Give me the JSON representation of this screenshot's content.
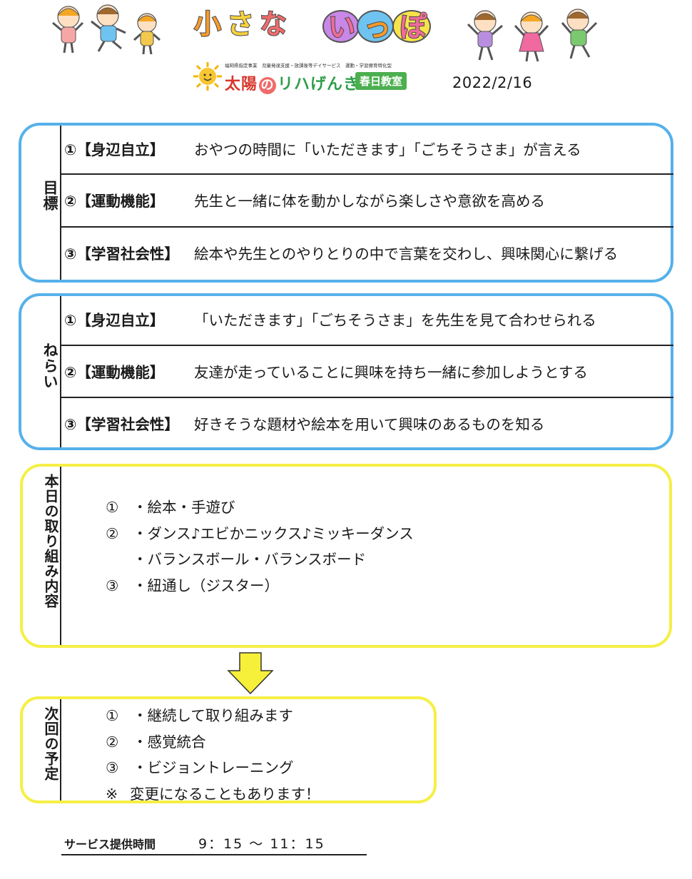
{
  "header": {
    "title_part1": [
      "小",
      "さ",
      "な"
    ],
    "title_part2": [
      "い",
      "っ",
      "ぽ"
    ],
    "logo_subtitle": "福岡県指定事業　児童発達支援・放課後等デイサービス　運動・学習療育特化型",
    "logo_main_a": "太陽",
    "logo_main_b": "の",
    "logo_main_c": "リハげんき",
    "logo_tag": "春日教室",
    "date": "2022/2/16"
  },
  "goals": {
    "label": "目標",
    "rows": [
      {
        "cat": "①【身辺自立】",
        "text": "おやつの時間に「いただきます」「ごちそうさま」が言える"
      },
      {
        "cat": "②【運動機能】",
        "text": "先生と一緒に体を動かしながら楽しさや意欲を高める"
      },
      {
        "cat": "③【学習社会性】",
        "text": "絵本や先生とのやりとりの中で言葉を交わし、興味関心に繋げる"
      }
    ]
  },
  "aims": {
    "label": "ねらい",
    "rows": [
      {
        "cat": "①【身辺自立】",
        "text": "「いただきます」「ごちそうさま」を先生を見て合わせられる"
      },
      {
        "cat": "②【運動機能】",
        "text": "友達が走っていることに興味を持ち一緒に参加しようとする"
      },
      {
        "cat": "③【学習社会性】",
        "text": "好きそうな題材や絵本を用いて興味のあるものを知る"
      }
    ]
  },
  "today": {
    "label": "本日の取り組み内容",
    "items": [
      {
        "num": "①",
        "text": "・絵本・手遊び"
      },
      {
        "num": "②",
        "text": "・ダンス♪エビかニックス♪ミッキーダンス"
      },
      {
        "num": "",
        "text": "・バランスボール・バランスボード"
      },
      {
        "num": "③",
        "text": "・紐通し（ジスター）"
      }
    ]
  },
  "next": {
    "label": "次回の予定",
    "items": [
      {
        "num": "①",
        "text": "・継続して取り組みます"
      },
      {
        "num": "②",
        "text": "・感覚統合"
      },
      {
        "num": "③",
        "text": "・ビジョントレーニング"
      },
      {
        "num": "※",
        "text": "変更になることもあります！"
      }
    ]
  },
  "service": {
    "label": "サービス提供時間",
    "time": "9：15 〜 11：15"
  },
  "colors": {
    "blue_border": "#56b1ea",
    "yellow_border": "#f5ef45",
    "arrow_fill": "#f7f03a"
  }
}
